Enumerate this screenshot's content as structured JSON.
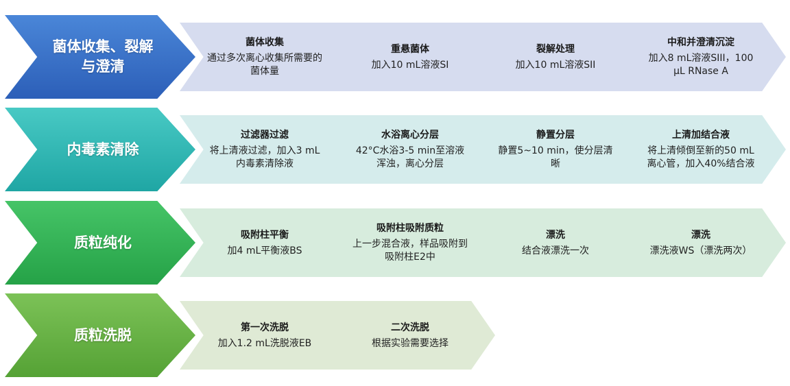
{
  "rows": [
    {
      "head": "菌体收集、裂解与澄清",
      "steps": [
        {
          "title": "菌体收集",
          "desc": "通过多次离心收集所需要的菌体量"
        },
        {
          "title": "重悬菌体",
          "desc": "加入10 mL溶液SI"
        },
        {
          "title": "裂解处理",
          "desc": "加入10 mL溶液SII"
        },
        {
          "title": "中和并澄清沉淀",
          "desc": "加入8 mL溶液SIII，100 µL RNase A"
        }
      ]
    },
    {
      "head": "内毒素清除",
      "steps": [
        {
          "title": "过滤器过滤",
          "desc": "将上清液过滤，加入3 mL内毒素清除液"
        },
        {
          "title": "水浴离心分层",
          "desc": "42°C水浴3-5 min至溶液浑浊，离心分层"
        },
        {
          "title": "静置分层",
          "desc": "静置5~10 min，使分层清晰"
        },
        {
          "title": "上清加结合液",
          "desc": "将上清倾倒至新的50 mL离心管，加入40%结合液"
        }
      ]
    },
    {
      "head": "质粒纯化",
      "steps": [
        {
          "title": "吸附柱平衡",
          "desc": "加4 mL平衡液BS"
        },
        {
          "title": "吸附柱吸附质粒",
          "desc": "上一步混合液，样品吸附到吸附柱E2中"
        },
        {
          "title": "漂洗",
          "desc": "结合液漂洗一次"
        },
        {
          "title": "漂洗",
          "desc": "漂洗液WS（漂洗两次）"
        }
      ]
    },
    {
      "head": "质粒洗脱",
      "steps": [
        {
          "title": "第一次洗脱",
          "desc": "加入1.2 mL洗脱液EB"
        },
        {
          "title": "二次洗脱",
          "desc": "根据实验需要选择"
        }
      ]
    }
  ]
}
